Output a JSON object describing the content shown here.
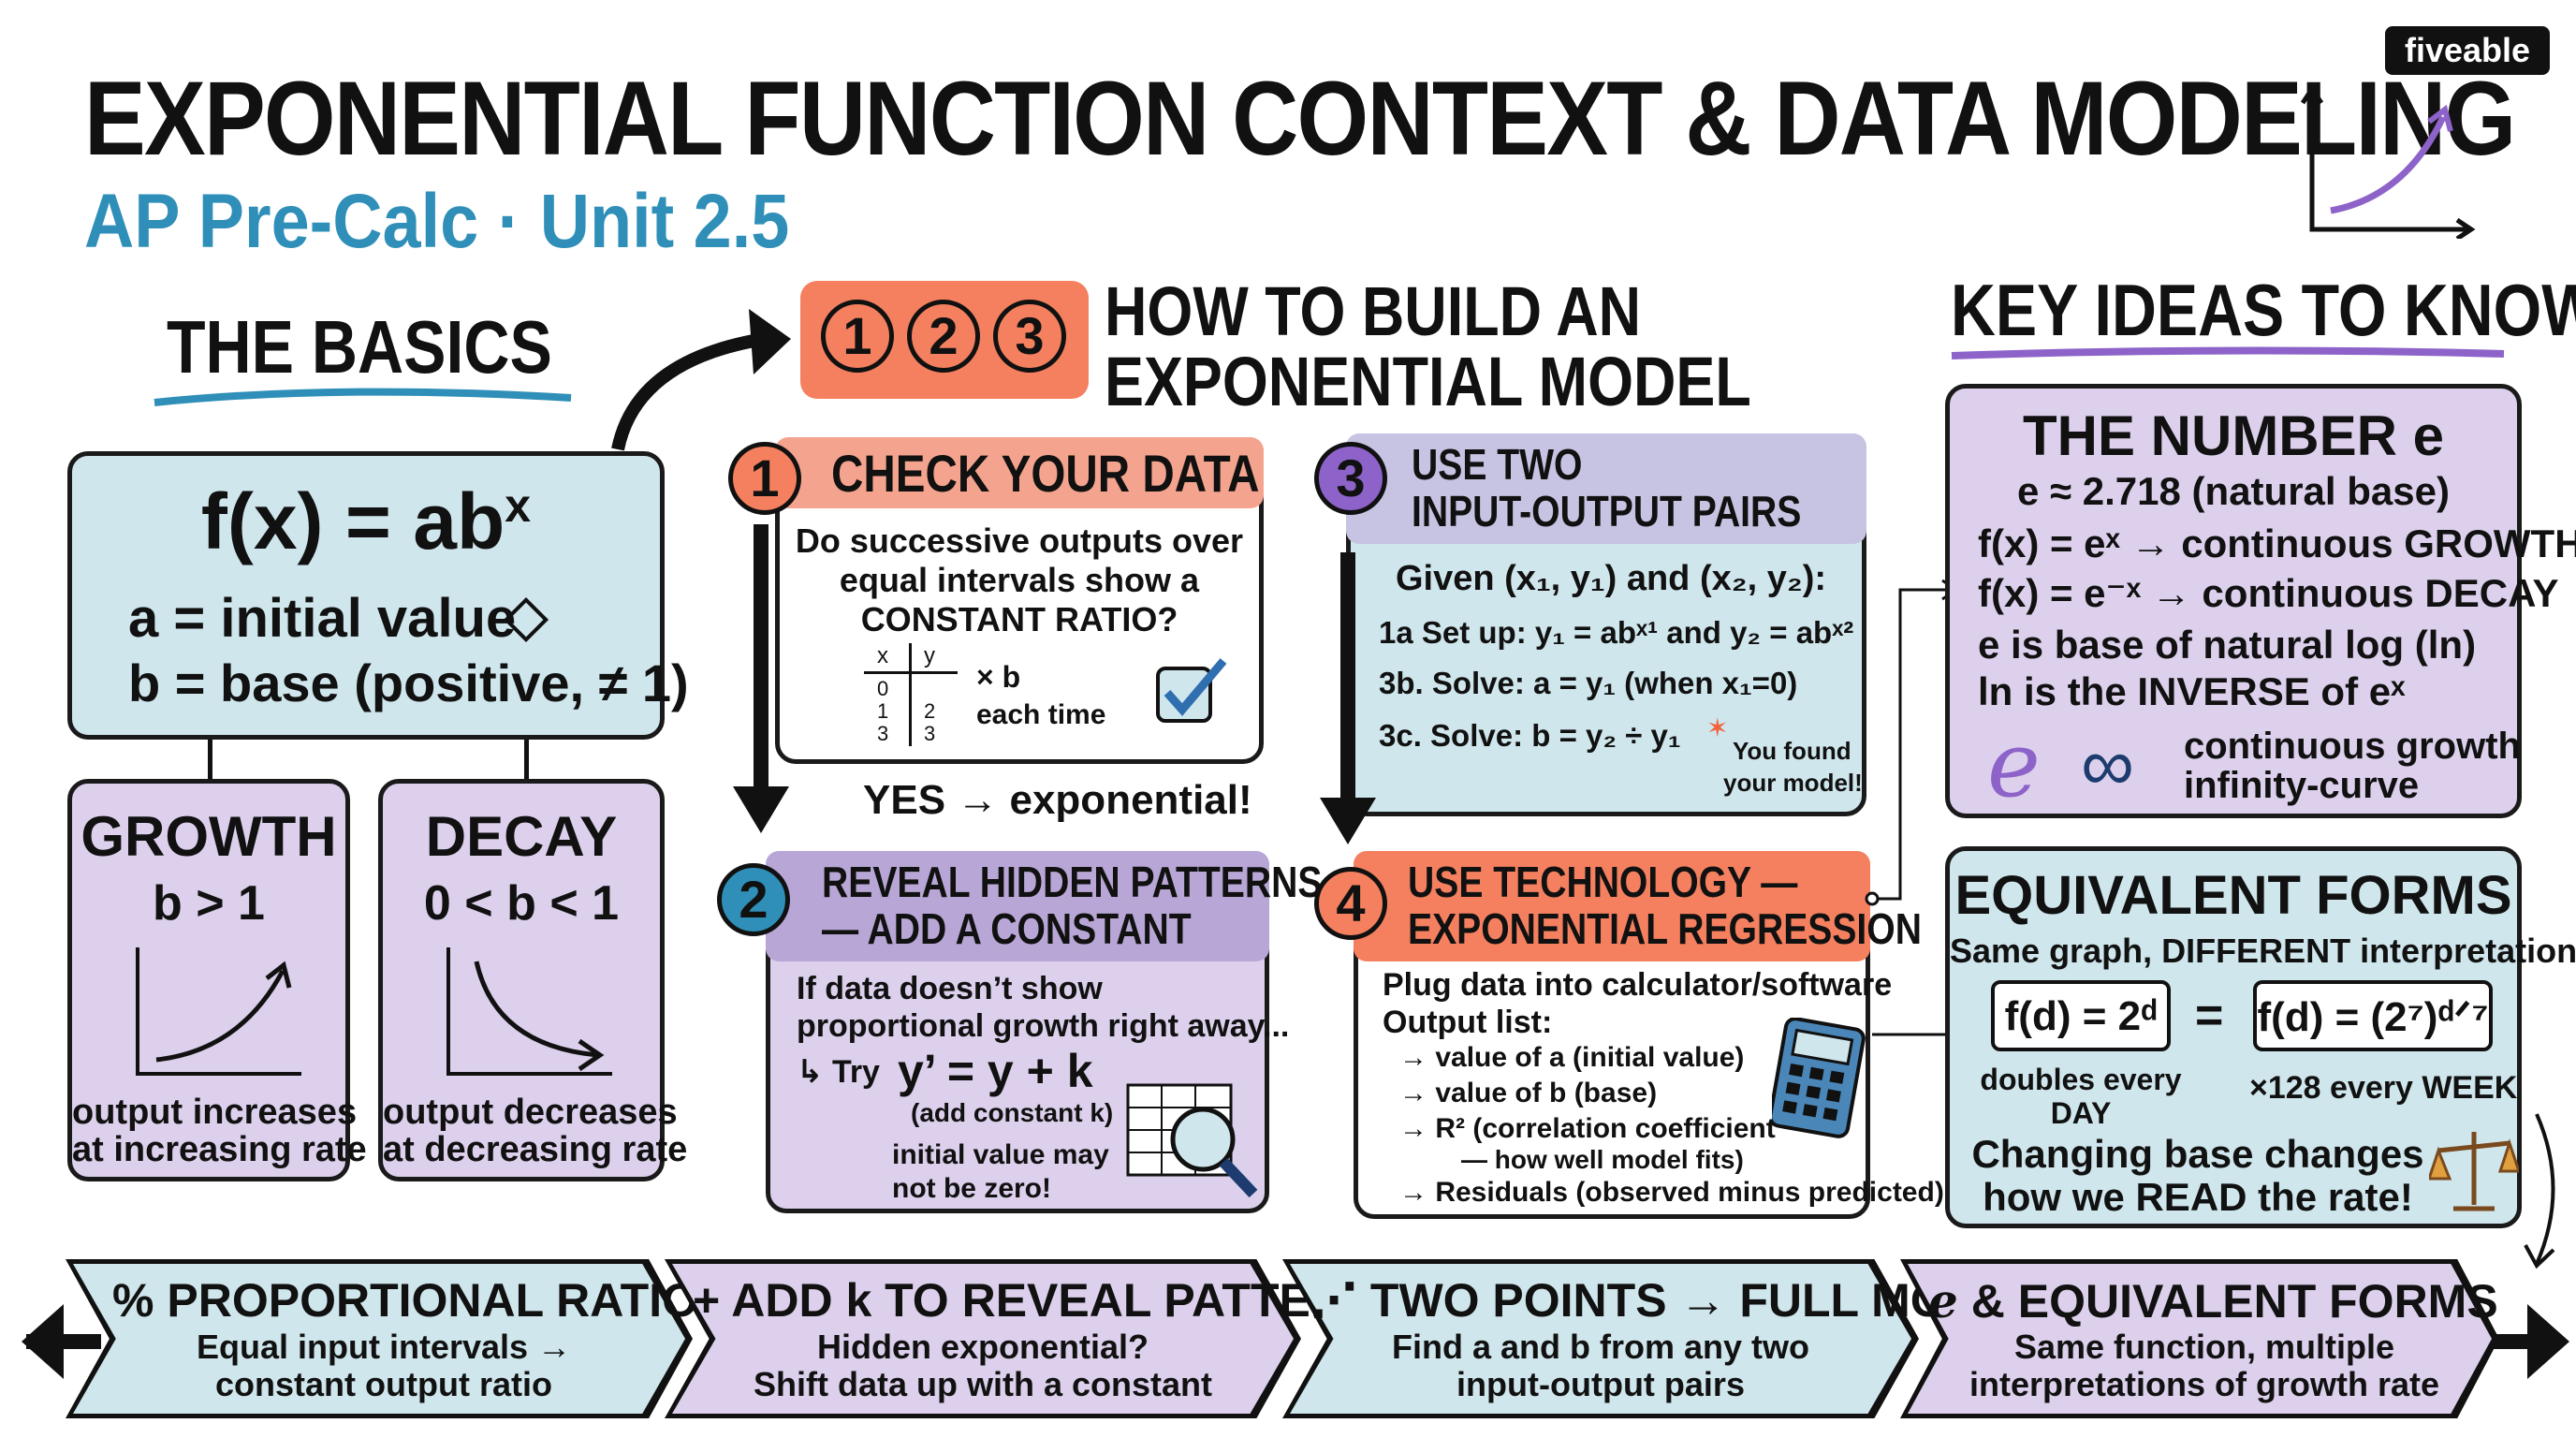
{
  "header": {
    "title": "EXPONENTIAL FUNCTION CONTEXT & DATA MODELING",
    "subtitle": "AP Pre-Calc · Unit 2.5",
    "logo": "fiveable"
  },
  "basics": {
    "heading": "THE BASICS",
    "formula": "f(x) = ab",
    "formula_sup": "x",
    "line_a": "a = initial value",
    "line_b": "b = base (positive, ≠ 1)",
    "growth": {
      "title": "GROWTH",
      "cond": "b > 1",
      "desc1": "output increases",
      "desc2": "at increasing rate"
    },
    "decay": {
      "title": "DECAY",
      "cond": "0 < b < 1",
      "desc1": "output decreases",
      "desc2": "at decreasing rate"
    }
  },
  "howto": {
    "badge": [
      "1",
      "2",
      "3"
    ],
    "title1": "HOW TO BUILD AN",
    "title2": "EXPONENTIAL MODEL",
    "step1": {
      "num": "1",
      "title": "CHECK YOUR DATA",
      "q1": "Do successive outputs over",
      "q2": "equal intervals show a",
      "q3": "CONSTANT RATIO?",
      "table_x": [
        "x",
        "0",
        "1",
        "3"
      ],
      "table_y": [
        "y",
        "2",
        "3"
      ],
      "times_b": "× b",
      "each_time": "each time",
      "yes": "YES → exponential!"
    },
    "step2": {
      "num": "2",
      "title1": "REVEAL HIDDEN PATTERNS",
      "title2": "— ADD A CONSTANT",
      "l1": "If data doesn’t show",
      "l2": "proportional growth right away...",
      "try": "Try",
      "eq": "y’ = y + k",
      "add": "(add constant k)",
      "note1": "initial value may",
      "note2": "not be zero!"
    },
    "step3": {
      "num": "3",
      "title1": "USE TWO",
      "title2": "INPUT-OUTPUT PAIRS",
      "given": "Given (x₁, y₁) and (x₂, y₂):",
      "s1": "1a Set up: y₁ = abˣ¹ and y₂ = abˣ²",
      "s2": "3b. Solve: a = y₁ (when x₁=0)",
      "s3": "3c. Solve: b = y₂ ÷ y₁",
      "found1": "You found",
      "found2": "your model!"
    },
    "step4": {
      "num": "4",
      "title1": "USE TECHNOLOGY —",
      "title2": "EXPONENTIAL REGRESSION",
      "l1": "Plug data into calculator/software",
      "l2": "Output list:",
      "o1": "→ value of a (initial value)",
      "o2": "→ value of b (base)",
      "o3": "→ R² (correlation coefficient",
      "o3b": "— how well model fits)",
      "o4": "→ Residuals (observed minus predicted)"
    }
  },
  "keyideas": {
    "heading": "KEY IDEAS TO KNOW",
    "e_title": "THE NUMBER e",
    "e1": "e ≈ 2.718 (natural base)",
    "e2": "f(x) = eˣ → continuous GROWTH",
    "e3": "f(x) = e⁻ˣ → continuous DECAY",
    "e4": "e is base of natural log (ln)",
    "e5": "ln is the INVERSE of eˣ",
    "e6a": "continuous growth",
    "e6b": "infinity-curve",
    "eq_title": "EQUIVALENT FORMS",
    "eq_sub": "Same graph, DIFFERENT interpretation",
    "f1": "f(d) = 2ᵈ",
    "equals": "=",
    "f2": "f(d) = (2⁷)ᵈᐟ⁷",
    "f1_note1": "doubles every",
    "f1_note2": "DAY",
    "f2_note": "×128 every WEEK",
    "change1": "Changing base changes",
    "change2": "how we READ the rate!"
  },
  "banners": [
    {
      "icon": "%",
      "title": "PROPORTIONAL RATIOS",
      "l1": "Equal input intervals →",
      "l2": "constant output ratio"
    },
    {
      "icon": "+",
      "title": "ADD k TO REVEAL PATTERN",
      "l1": "Hidden exponential?",
      "l2": "Shift data up with a constant"
    },
    {
      "icon": "⋰",
      "title": "TWO POINTS → FULL MODEL",
      "l1": "Find a and b from any two",
      "l2": "input-output pairs"
    },
    {
      "icon": "e",
      "title": "& EQUIVALENT FORMS",
      "l1": "Same function, multiple",
      "l2": "interpretations of growth rate"
    }
  ],
  "colors": {
    "blue_fill": "#cfe6ec",
    "purple_fill": "#dcd0ec",
    "salmon": "#f08a6e",
    "accent_blue": "#2f8fb8",
    "accent_purple": "#8d63c9",
    "badge_orange": "#f4805f"
  }
}
